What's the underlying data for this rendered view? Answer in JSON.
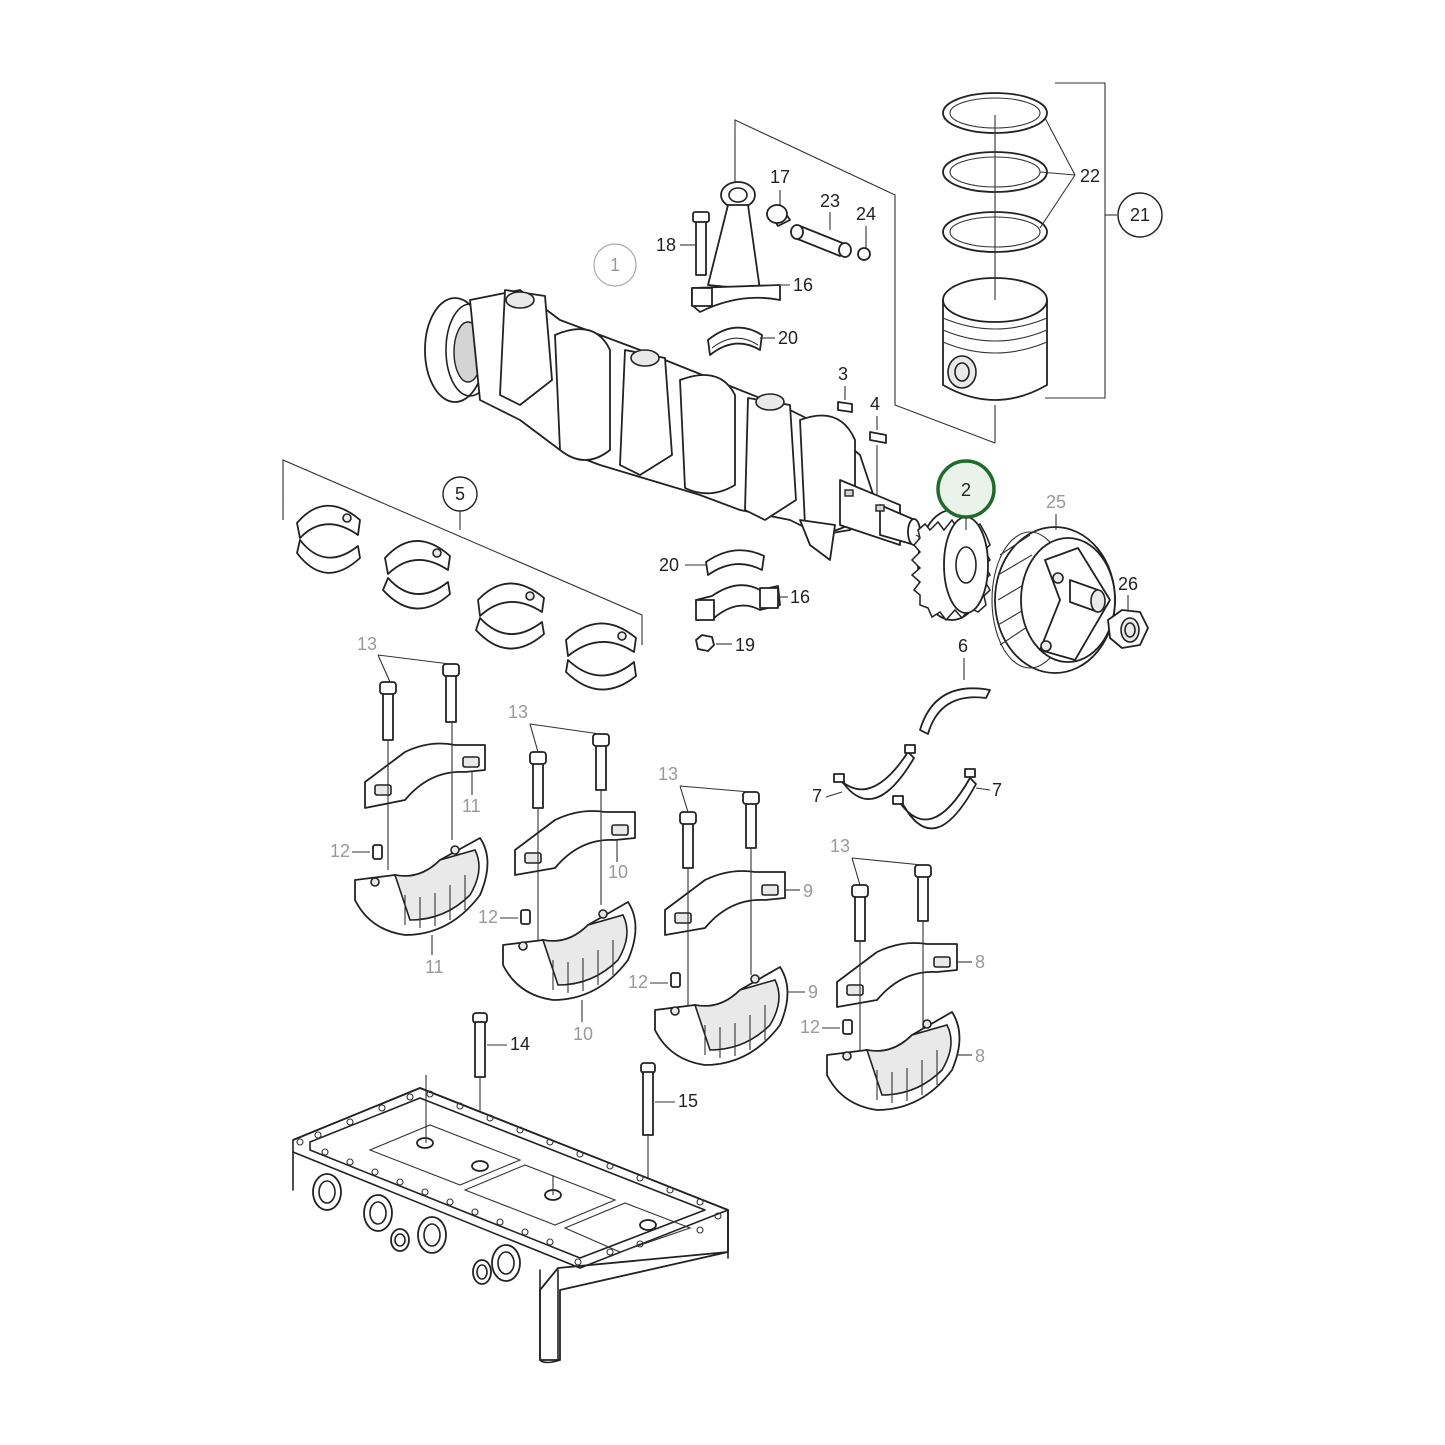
{
  "diagram": {
    "callouts": {
      "c1": "1",
      "c2": "2",
      "c3": "3",
      "c4": "4",
      "c5": "5",
      "c6": "6",
      "c7a": "7",
      "c7b": "7",
      "c8a": "8",
      "c8b": "8",
      "c9a": "9",
      "c9b": "9",
      "c10a": "10",
      "c10b": "10",
      "c11a": "11",
      "c11b": "11",
      "c12a": "12",
      "c12b": "12",
      "c12c": "12",
      "c12d": "12",
      "c13a": "13",
      "c13b": "13",
      "c13c": "13",
      "c13d": "13",
      "c14": "14",
      "c15": "15",
      "c16a": "16",
      "c16b": "16",
      "c17": "17",
      "c18": "18",
      "c19": "19",
      "c20a": "20",
      "c20b": "20",
      "c21": "21",
      "c22": "22",
      "c23": "23",
      "c24": "24",
      "c25": "25",
      "c26": "26"
    },
    "highlighted_part": "2",
    "highlight_color": "#1f6b2a"
  }
}
